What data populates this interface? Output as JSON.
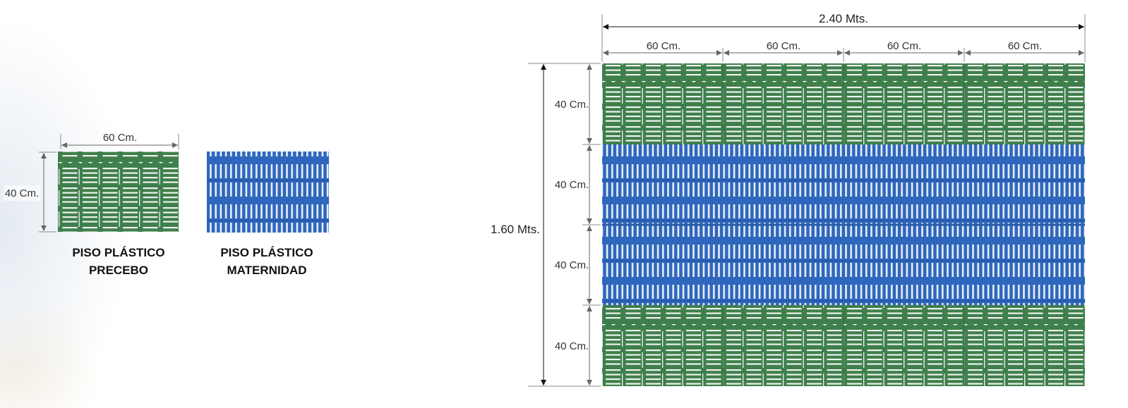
{
  "small_tiles": {
    "width_label": "60 Cm.",
    "height_label": "40 Cm.",
    "precebo": {
      "line1": "PISO PLÁSTICO",
      "line2": "PRECEBO"
    },
    "maternidad": {
      "line1": "PISO PLÁSTICO",
      "line2": "MATERNIDAD"
    }
  },
  "assembly": {
    "total_width_label": "2.40 Mts.",
    "total_height_label": "1.60 Mts.",
    "column_labels": [
      "60 Cm.",
      "60 Cm.",
      "60 Cm.",
      "60 Cm."
    ],
    "row_labels": [
      "40 Cm.",
      "40 Cm.",
      "40 Cm.",
      "40 Cm."
    ],
    "rows": [
      "precebo",
      "maternidad",
      "maternidad",
      "precebo"
    ]
  },
  "colors": {
    "precebo": "#3f7f4c",
    "maternidad": "#2e67bd",
    "dimension": "#666666"
  }
}
